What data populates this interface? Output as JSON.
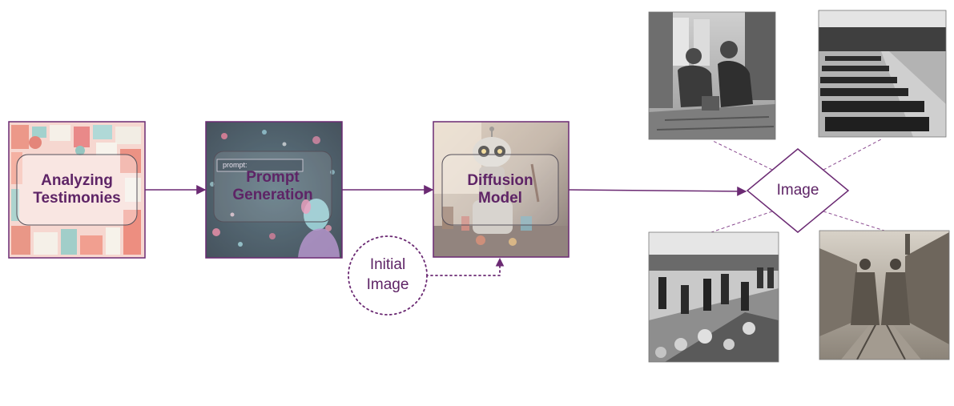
{
  "diagram": {
    "nodes": [
      {
        "id": "testimonies",
        "label": "Analyzing\nTestimonies"
      },
      {
        "id": "prompt",
        "label": "Prompt\nGeneration",
        "chip": "prompt:"
      },
      {
        "id": "diffusion",
        "label": "Diffusion\nModel"
      },
      {
        "id": "initial",
        "label": "Initial\nImage"
      },
      {
        "id": "image",
        "label": "Image"
      }
    ],
    "edges": [
      {
        "from": "testimonies",
        "to": "prompt",
        "style": "solid"
      },
      {
        "from": "prompt",
        "to": "diffusion",
        "style": "solid"
      },
      {
        "from": "diffusion",
        "to": "image",
        "style": "solid"
      },
      {
        "from": "initial",
        "to": "diffusion",
        "style": "dotted"
      }
    ],
    "outputs": [
      {
        "id": "photo-women-working",
        "subject": "two women kneeling at work inside a barrack"
      },
      {
        "id": "photo-roll-call",
        "subject": "large crowd lined up in a field near a forest road"
      },
      {
        "id": "photo-stone-laborers",
        "subject": "laborers carrying stones along a road"
      },
      {
        "id": "photo-two-women-tracks",
        "subject": "two women in coats walking along rail tracks between buildings"
      }
    ]
  },
  "colors": {
    "accent": "#6b2a73",
    "label": "#5e2466",
    "connector": "#8a4a90"
  }
}
